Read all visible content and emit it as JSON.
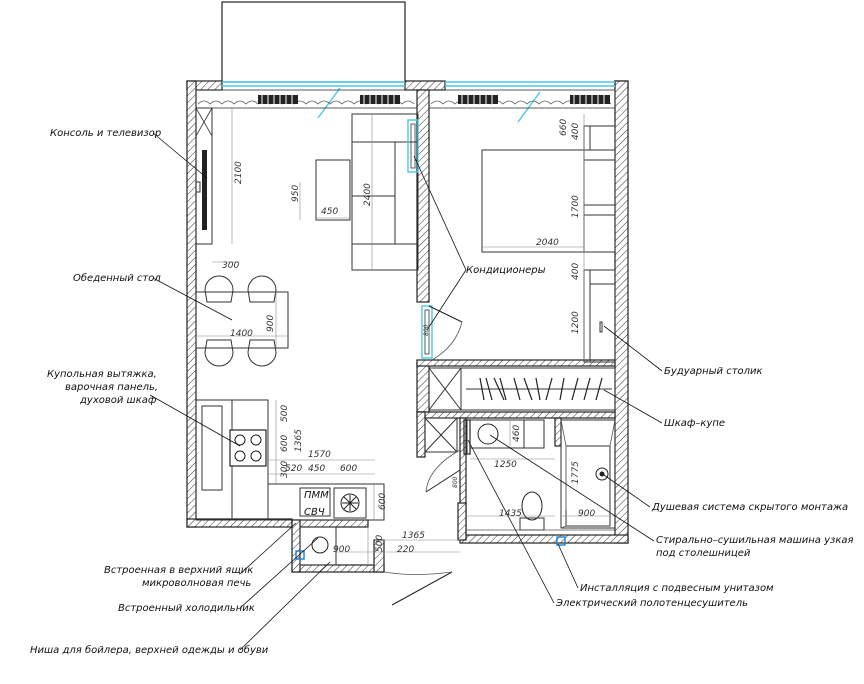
{
  "labels": {
    "console_tv": "Консоль и телевизор",
    "dining_table": "Обеденный стол",
    "hood_line1": "Купольная вытяжка,",
    "hood_line2": "варочная панель,",
    "hood_line3": "духовой шкаф",
    "microwave_line1": "Встроенная в верхний ящик",
    "microwave_line2": "микроволновая печь",
    "fridge": "Встроенный холодильник",
    "boiler_niche": "Ниша для бойлера, верхней одежды и обуви",
    "air_conditioners": "Кондиционеры",
    "vanity_table": "Будуарный столик",
    "wardrobe": "Шкаф–купе",
    "shower_system": "Душевая система скрытого монтажа",
    "washer_line1": "Стирально–сушильная машина узкая",
    "washer_line2": "под столешницей",
    "toilet": "Инсталляция с подвесным унитазом",
    "towel_rail": "Электрический полотенцесушитель",
    "dishwasher": "ПММ",
    "microwave_box": "СВЧ"
  },
  "dimensions": {
    "d2100": "2100",
    "d950": "950",
    "d450a": "450",
    "d2400": "2400",
    "d300a": "300",
    "d1400": "1400",
    "d900a": "900",
    "d660": "660",
    "d400a": "400",
    "d1700": "1700",
    "d2040": "2040",
    "d400b": "400",
    "d1200": "1200",
    "d800a": "800",
    "d500a": "500",
    "d1365a": "1365",
    "d600a": "600",
    "d300b": "300",
    "d1570": "1570",
    "d520": "520",
    "d450b": "450",
    "d600b": "600",
    "d600c": "600",
    "d460": "460",
    "d1250": "1250",
    "d1775": "1775",
    "d800b": "800",
    "d1435": "1435",
    "d900b": "900",
    "d1365b": "1365",
    "d900c": "900",
    "d500b": "500",
    "d220": "220"
  }
}
